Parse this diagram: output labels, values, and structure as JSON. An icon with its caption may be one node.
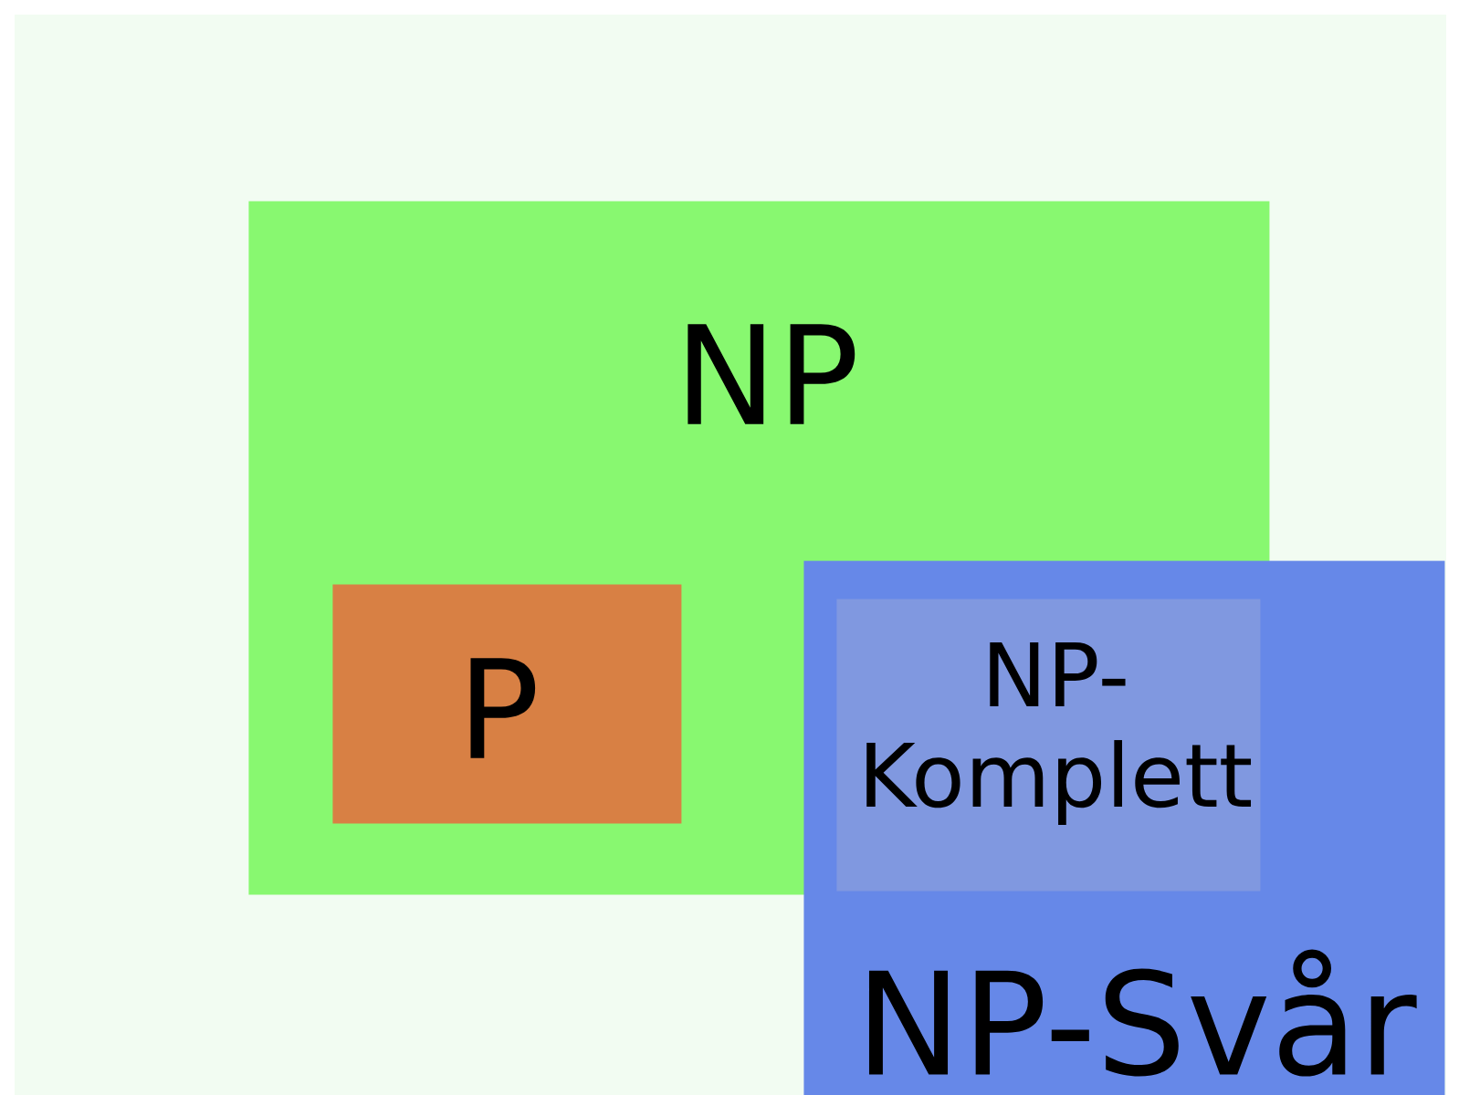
{
  "diagram": {
    "nodes": [
      {
        "text": [
          "NP"
        ]
      },
      {
        "text": [
          "P"
        ],
        "in": 0
      },
      {
        "text": [
          "NP-Komplett"
        ]
      },
      {
        "text": [
          "NP-Svår"
        ]
      }
    ]
  }
}
